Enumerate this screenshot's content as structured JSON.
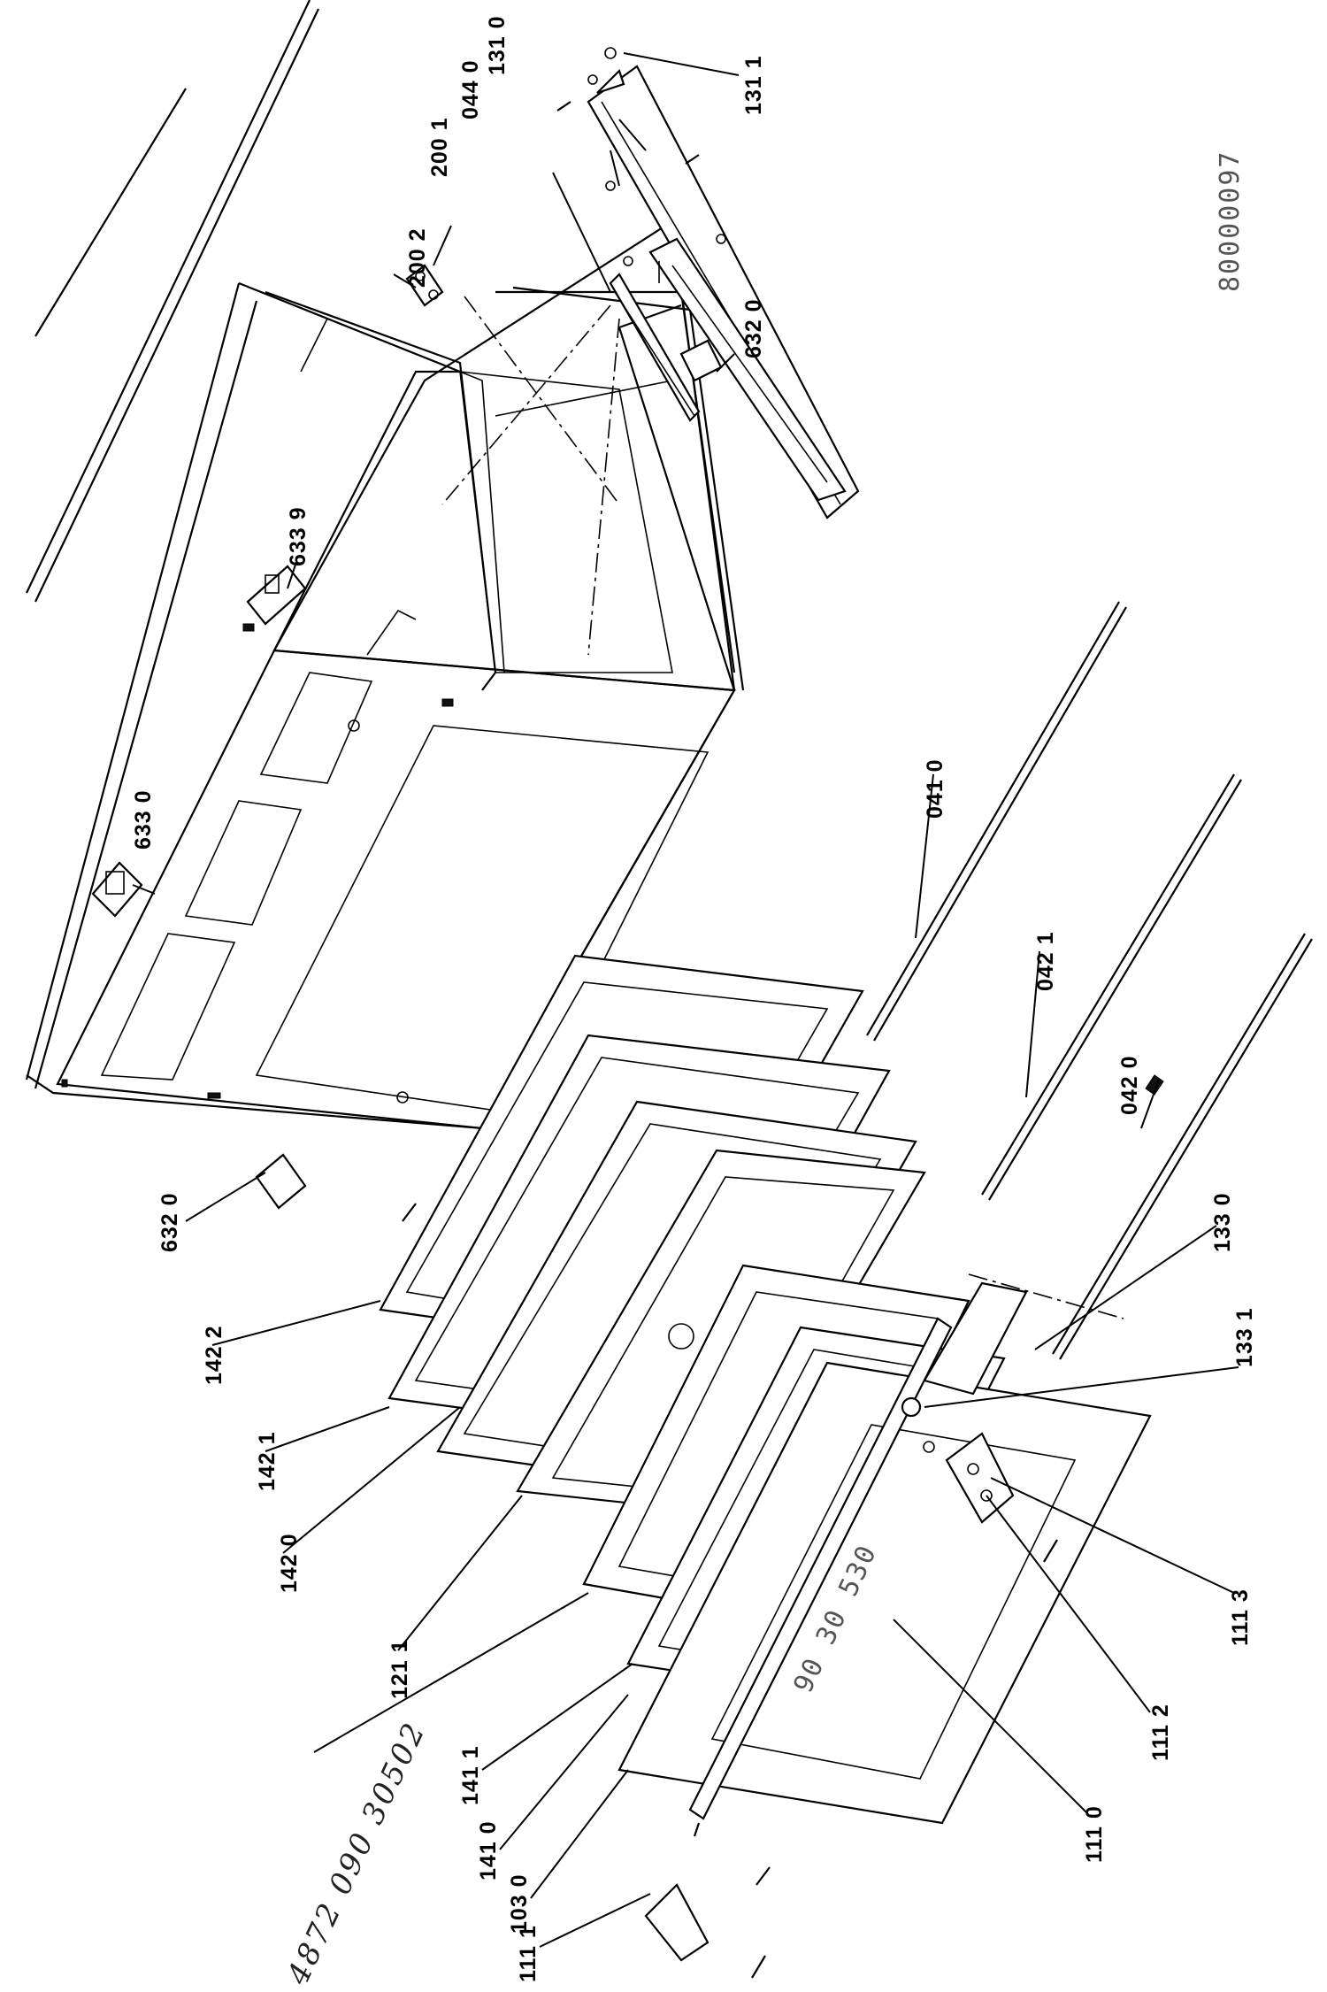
{
  "labels": {
    "l632_0_lower": "632 0",
    "l142_2": "142 2",
    "l142_1": "142 1",
    "l142_0": "142 0",
    "l121_1": "121 1",
    "l141_1": "141 1",
    "l141_0": "141 0",
    "l103_0": "103 0",
    "l111_1": "111 1",
    "l111_0": "111 0",
    "l111_2": "111 2",
    "l111_3": "111 3",
    "l133_1": "133 1",
    "l133_0": "133 0",
    "l042_0": "042 0",
    "l042_1": "042 1",
    "l041_0": "041 0",
    "l633_0": "633 0",
    "l633_9": "633 9",
    "l632_0_upper": "632 0",
    "l200_2": "200 2",
    "l200_1": "200 1",
    "l044_0": "044 0",
    "l131_0": "131 0",
    "l131_1": "131 1"
  },
  "handwritten_number": "4872 090 30502",
  "drawing_reference": "80000097"
}
